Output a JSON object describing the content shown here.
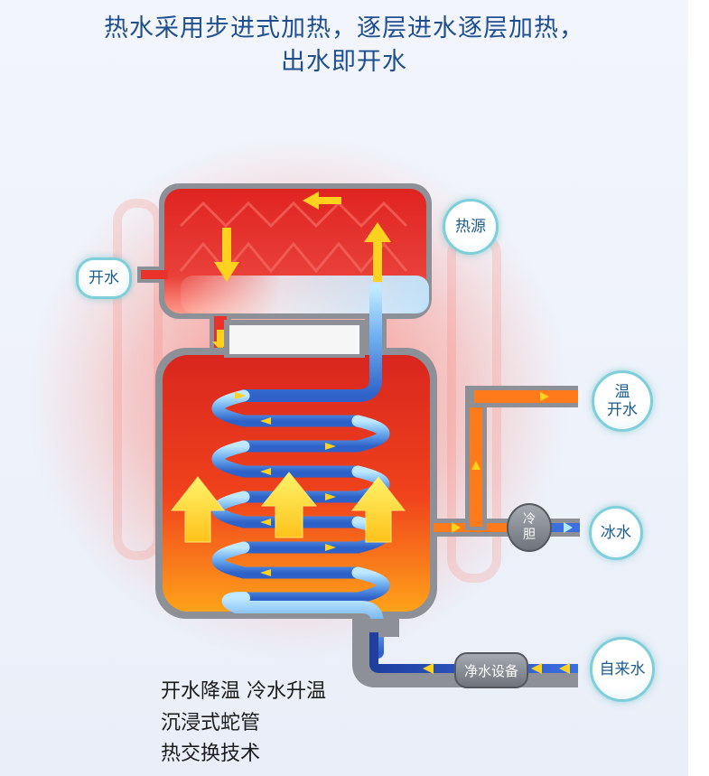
{
  "title": {
    "line1": "热水采用步进式加热，逐层进水逐层加热，",
    "line2": "出水即开水"
  },
  "labels": {
    "boiling_water": "开水",
    "heat_source": "热源",
    "warm_water": "温\n开水",
    "ice_water": "冰水",
    "tap_water": "自来水",
    "cold_tank": "冷\n胆",
    "purifier": "净水设备"
  },
  "caption": {
    "line1": "开水降温 冷水升温",
    "line2": "沉浸式蛇管",
    "line3": "热交换技术"
  },
  "colors": {
    "title": "#1f4f8f",
    "hot_red": "#e8322b",
    "warm_orange": "#ff7a1a",
    "coil_blue": "#4f86e6",
    "bubble_border": "#7ecfd9",
    "arrow_yellow": "#ffd21f"
  }
}
